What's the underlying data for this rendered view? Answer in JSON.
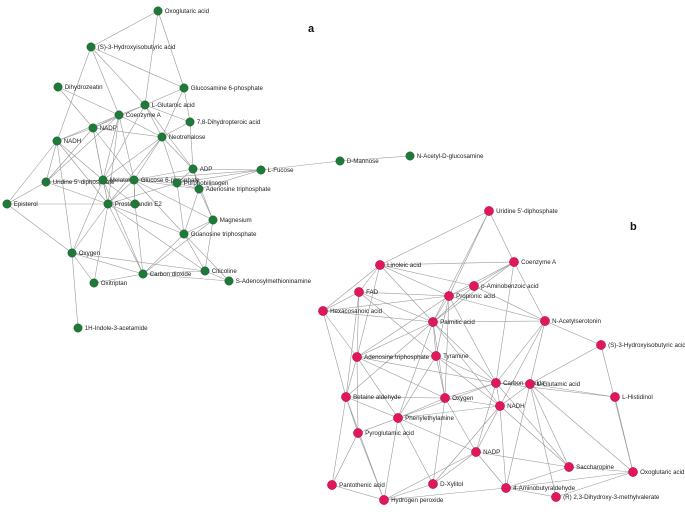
{
  "panels": [
    {
      "id": "a",
      "letter": "a",
      "node_color": "#1f7a3a",
      "nodes": [
        {
          "id": "oxo",
          "label": "Oxoglutaric acid"
        },
        {
          "id": "hib",
          "label": "(S)-3-Hydroxyisobutyric acid"
        },
        {
          "id": "dihz",
          "label": "Dihydrozeatin"
        },
        {
          "id": "g6p_a",
          "label": "Glucosamine 6-phosphate"
        },
        {
          "id": "glu",
          "label": "L-Glutamic acid"
        },
        {
          "id": "coa",
          "label": "Coenzyme A"
        },
        {
          "id": "dhp",
          "label": "7,8-Dihydropteroic acid"
        },
        {
          "id": "nadp",
          "label": "NADP"
        },
        {
          "id": "neot",
          "label": "Neotrehalose"
        },
        {
          "id": "nadh",
          "label": "NADH"
        },
        {
          "id": "adp",
          "label": "ADP"
        },
        {
          "id": "fuc",
          "label": "L-Fucose"
        },
        {
          "id": "man",
          "label": "D-Mannose"
        },
        {
          "id": "nag",
          "label": "N-Acetyl-D-glucosamine"
        },
        {
          "id": "udp",
          "label": "Uridine 5'-diphosphate"
        },
        {
          "id": "mel",
          "label": "Melatonin"
        },
        {
          "id": "g6p",
          "label": "Glucose 6-phosphate"
        },
        {
          "id": "porp",
          "label": "Porphobilinogen"
        },
        {
          "id": "atp",
          "label": "Adenosine triphosphate"
        },
        {
          "id": "epi",
          "label": "Episterol"
        },
        {
          "id": "pro",
          "label": "Prostaglandin E2"
        },
        {
          "id": "mag",
          "label": "Magnesium"
        },
        {
          "id": "gtp",
          "label": "Guanosine triphosphate"
        },
        {
          "id": "oxy",
          "label": "Oxygen"
        },
        {
          "id": "cit",
          "label": "Citicoline"
        },
        {
          "id": "co2",
          "label": "Carbon dioxide"
        },
        {
          "id": "sam",
          "label": "S-Adenosylmethioninamine"
        },
        {
          "id": "oxi",
          "label": "Oxitriptan"
        },
        {
          "id": "iaa",
          "label": "1H-Indole-3-acetamide"
        },
        {
          "id": "misc",
          "label": ""
        }
      ],
      "edges": [
        [
          "oxo",
          "hib"
        ],
        [
          "oxo",
          "glu"
        ],
        [
          "oxo",
          "g6p_a"
        ],
        [
          "hib",
          "coa"
        ],
        [
          "hib",
          "g6p_a"
        ],
        [
          "hib",
          "nadh"
        ],
        [
          "hib",
          "glu"
        ],
        [
          "dihz",
          "coa"
        ],
        [
          "dihz",
          "nadp"
        ],
        [
          "g6p_a",
          "glu"
        ],
        [
          "g6p_a",
          "dhp"
        ],
        [
          "g6p_a",
          "neot"
        ],
        [
          "glu",
          "coa"
        ],
        [
          "glu",
          "nadp"
        ],
        [
          "glu",
          "neot"
        ],
        [
          "glu",
          "dhp"
        ],
        [
          "glu",
          "adp"
        ],
        [
          "glu",
          "mel"
        ],
        [
          "coa",
          "nadp"
        ],
        [
          "coa",
          "neot"
        ],
        [
          "coa",
          "nadh"
        ],
        [
          "coa",
          "mel"
        ],
        [
          "coa",
          "g6p"
        ],
        [
          "coa",
          "pro"
        ],
        [
          "coa",
          "udp"
        ],
        [
          "dhp",
          "neot"
        ],
        [
          "dhp",
          "adp"
        ],
        [
          "nadp",
          "nadh"
        ],
        [
          "nadp",
          "mel"
        ],
        [
          "nadp",
          "g6p"
        ],
        [
          "nadp",
          "pro"
        ],
        [
          "nadp",
          "udp"
        ],
        [
          "nadp",
          "neot"
        ],
        [
          "neot",
          "adp"
        ],
        [
          "neot",
          "g6p"
        ],
        [
          "neot",
          "mel"
        ],
        [
          "neot",
          "porp"
        ],
        [
          "neot",
          "pro"
        ],
        [
          "nadh",
          "udp"
        ],
        [
          "nadh",
          "mel"
        ],
        [
          "nadh",
          "pro"
        ],
        [
          "nadh",
          "epi"
        ],
        [
          "nadh",
          "oxy"
        ],
        [
          "adp",
          "fuc"
        ],
        [
          "adp",
          "porp"
        ],
        [
          "adp",
          "atp"
        ],
        [
          "adp",
          "g6p"
        ],
        [
          "adp",
          "mag"
        ],
        [
          "fuc",
          "man"
        ],
        [
          "fuc",
          "porp"
        ],
        [
          "fuc",
          "atp"
        ],
        [
          "fuc",
          "g6p"
        ],
        [
          "man",
          "nag"
        ],
        [
          "udp",
          "mel"
        ],
        [
          "udp",
          "pro"
        ],
        [
          "udp",
          "g6p"
        ],
        [
          "udp",
          "epi"
        ],
        [
          "mel",
          "g6p"
        ],
        [
          "mel",
          "pro"
        ],
        [
          "mel",
          "oxy"
        ],
        [
          "mel",
          "co2"
        ],
        [
          "mel",
          "misc"
        ],
        [
          "g6p",
          "pro"
        ],
        [
          "g6p",
          "porp"
        ],
        [
          "g6p",
          "atp"
        ],
        [
          "g6p",
          "gtp"
        ],
        [
          "g6p",
          "mag"
        ],
        [
          "g6p",
          "misc"
        ],
        [
          "porp",
          "atp"
        ],
        [
          "porp",
          "pro"
        ],
        [
          "porp",
          "gtp"
        ],
        [
          "atp",
          "mag"
        ],
        [
          "atp",
          "gtp"
        ],
        [
          "epi",
          "pro"
        ],
        [
          "epi",
          "oxy"
        ],
        [
          "pro",
          "misc"
        ],
        [
          "pro",
          "oxy"
        ],
        [
          "pro",
          "co2"
        ],
        [
          "pro",
          "gtp"
        ],
        [
          "pro",
          "cit"
        ],
        [
          "pro",
          "oxi"
        ],
        [
          "misc",
          "g6p"
        ],
        [
          "misc",
          "co2"
        ],
        [
          "mag",
          "gtp"
        ],
        [
          "mag",
          "cit"
        ],
        [
          "mag",
          "co2"
        ],
        [
          "gtp",
          "cit"
        ],
        [
          "gtp",
          "co2"
        ],
        [
          "gtp",
          "sam"
        ],
        [
          "oxy",
          "co2"
        ],
        [
          "oxy",
          "oxi"
        ],
        [
          "oxy",
          "iaa"
        ],
        [
          "oxy",
          "cit"
        ],
        [
          "co2",
          "cit"
        ],
        [
          "co2",
          "sam"
        ],
        [
          "co2",
          "oxi"
        ],
        [
          "cit",
          "sam"
        ]
      ]
    },
    {
      "id": "b",
      "letter": "b",
      "node_color": "#e0175a",
      "nodes": [
        {
          "id": "udp",
          "label": "Uridine 5'-diphosphate"
        },
        {
          "id": "coa",
          "label": "Coenzyme A"
        },
        {
          "id": "lin",
          "label": "Linoleic acid"
        },
        {
          "id": "paba",
          "label": "p-Aminobenzoic acid"
        },
        {
          "id": "fad",
          "label": "FAD"
        },
        {
          "id": "prop",
          "label": "Propionic acid"
        },
        {
          "id": "hex",
          "label": "Hexacosanoic acid"
        },
        {
          "id": "nas",
          "label": "N-Acetylserotonin"
        },
        {
          "id": "pal",
          "label": "Palmitic acid"
        },
        {
          "id": "hib",
          "label": "(S)-3-Hydroxyisobutyric acid"
        },
        {
          "id": "atp",
          "label": "Adenosine triphosphate"
        },
        {
          "id": "tyr",
          "label": "Tyramine"
        },
        {
          "id": "co2",
          "label": "Carbon dioxide"
        },
        {
          "id": "glu",
          "label": "L-Glutamic acid"
        },
        {
          "id": "bet",
          "label": "Betaine aldehyde"
        },
        {
          "id": "oxy",
          "label": "Oxygen"
        },
        {
          "id": "his",
          "label": "L-Histidinol"
        },
        {
          "id": "nadh",
          "label": "NADH"
        },
        {
          "id": "phe",
          "label": "Phenylethylamine"
        },
        {
          "id": "pyr",
          "label": "Pyroglutamic acid"
        },
        {
          "id": "nadp",
          "label": "NADP"
        },
        {
          "id": "sac",
          "label": "Saccharopine"
        },
        {
          "id": "oxo",
          "label": "Oxoglutaric acid"
        },
        {
          "id": "pan",
          "label": "Pantothenic acid"
        },
        {
          "id": "xyl",
          "label": "D-Xylitol"
        },
        {
          "id": "ami",
          "label": "4-Aminobutyraldehyde"
        },
        {
          "id": "h2o2",
          "label": "Hydrogen peroxide"
        },
        {
          "id": "dhm",
          "label": "(R) 2,3-Dihydroxy-3-methylvalerate"
        }
      ],
      "edges": [
        [
          "udp",
          "coa"
        ],
        [
          "udp",
          "lin"
        ],
        [
          "udp",
          "prop"
        ],
        [
          "udp",
          "pal"
        ],
        [
          "coa",
          "lin"
        ],
        [
          "coa",
          "paba"
        ],
        [
          "coa",
          "prop"
        ],
        [
          "coa",
          "nas"
        ],
        [
          "coa",
          "pal"
        ],
        [
          "coa",
          "co2"
        ],
        [
          "lin",
          "paba"
        ],
        [
          "lin",
          "fad"
        ],
        [
          "lin",
          "prop"
        ],
        [
          "lin",
          "pal"
        ],
        [
          "lin",
          "atp"
        ],
        [
          "lin",
          "hex"
        ],
        [
          "paba",
          "prop"
        ],
        [
          "paba",
          "pal"
        ],
        [
          "paba",
          "nas"
        ],
        [
          "fad",
          "prop"
        ],
        [
          "fad",
          "hex"
        ],
        [
          "fad",
          "pal"
        ],
        [
          "fad",
          "atp"
        ],
        [
          "fad",
          "bet"
        ],
        [
          "fad",
          "tyr"
        ],
        [
          "prop",
          "pal"
        ],
        [
          "prop",
          "hex"
        ],
        [
          "prop",
          "nas"
        ],
        [
          "prop",
          "atp"
        ],
        [
          "prop",
          "tyr"
        ],
        [
          "prop",
          "co2"
        ],
        [
          "prop",
          "oxy"
        ],
        [
          "hex",
          "pal"
        ],
        [
          "hex",
          "atp"
        ],
        [
          "hex",
          "bet"
        ],
        [
          "nas",
          "pal"
        ],
        [
          "nas",
          "co2"
        ],
        [
          "nas",
          "hib"
        ],
        [
          "nas",
          "glu"
        ],
        [
          "nas",
          "nadh"
        ],
        [
          "pal",
          "atp"
        ],
        [
          "pal",
          "tyr"
        ],
        [
          "pal",
          "co2"
        ],
        [
          "pal",
          "oxy"
        ],
        [
          "pal",
          "nadh"
        ],
        [
          "pal",
          "bet"
        ],
        [
          "pal",
          "phe"
        ],
        [
          "hib",
          "glu"
        ],
        [
          "hib",
          "oxo"
        ],
        [
          "atp",
          "bet"
        ],
        [
          "atp",
          "tyr"
        ],
        [
          "atp",
          "oxy"
        ],
        [
          "atp",
          "phe"
        ],
        [
          "atp",
          "pyr"
        ],
        [
          "atp",
          "co2"
        ],
        [
          "tyr",
          "co2"
        ],
        [
          "tyr",
          "oxy"
        ],
        [
          "tyr",
          "phe"
        ],
        [
          "tyr",
          "nadh"
        ],
        [
          "co2",
          "glu"
        ],
        [
          "co2",
          "nadh"
        ],
        [
          "co2",
          "oxy"
        ],
        [
          "co2",
          "phe"
        ],
        [
          "co2",
          "his"
        ],
        [
          "co2",
          "nadp"
        ],
        [
          "co2",
          "sac"
        ],
        [
          "glu",
          "nadh"
        ],
        [
          "glu",
          "his"
        ],
        [
          "glu",
          "sac"
        ],
        [
          "glu",
          "oxo"
        ],
        [
          "glu",
          "ami"
        ],
        [
          "glu",
          "dhm"
        ],
        [
          "bet",
          "phe"
        ],
        [
          "bet",
          "pyr"
        ],
        [
          "bet",
          "oxy"
        ],
        [
          "bet",
          "pan"
        ],
        [
          "bet",
          "h2o2"
        ],
        [
          "oxy",
          "phe"
        ],
        [
          "oxy",
          "nadh"
        ],
        [
          "oxy",
          "xyl"
        ],
        [
          "oxy",
          "nadp"
        ],
        [
          "his",
          "oxo"
        ],
        [
          "nadh",
          "phe"
        ],
        [
          "nadh",
          "nadp"
        ],
        [
          "nadh",
          "ami"
        ],
        [
          "nadh",
          "sac"
        ],
        [
          "nadh",
          "xyl"
        ],
        [
          "phe",
          "pyr"
        ],
        [
          "phe",
          "xyl"
        ],
        [
          "phe",
          "h2o2"
        ],
        [
          "phe",
          "nadp"
        ],
        [
          "pyr",
          "h2o2"
        ],
        [
          "pyr",
          "pan"
        ],
        [
          "nadp",
          "ami"
        ],
        [
          "nadp",
          "xyl"
        ],
        [
          "nadp",
          "h2o2"
        ],
        [
          "nadp",
          "sac"
        ],
        [
          "sac",
          "oxo"
        ],
        [
          "sac",
          "ami"
        ],
        [
          "oxo",
          "dhm"
        ],
        [
          "oxo",
          "ami"
        ],
        [
          "xyl",
          "h2o2"
        ],
        [
          "ami",
          "dhm"
        ],
        [
          "ami",
          "h2o2"
        ],
        [
          "pan",
          "h2o2"
        ]
      ]
    }
  ]
}
